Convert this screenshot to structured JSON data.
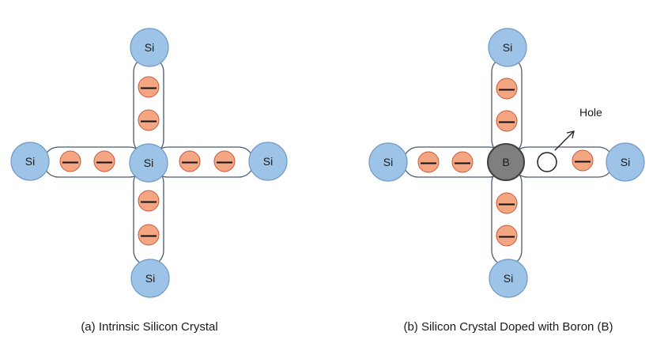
{
  "colors": {
    "si_fill": "#9dc3e6",
    "si_stroke": "#6f98c8",
    "boron_fill": "#7f7f7f",
    "boron_stroke": "#404040",
    "electron_fill": "#f4a582",
    "electron_stroke": "#c55a3a",
    "bond_stroke": "#4a5a6a",
    "hole_fill": "#ffffff",
    "hole_stroke": "#222222"
  },
  "left": {
    "caption": "(a) Intrinsic Silicon Crystal",
    "center_label": "Si",
    "top_label": "Si",
    "bottom_label": "Si",
    "left_label": "Si",
    "right_label": "Si",
    "electron_sign": "—"
  },
  "right": {
    "caption": "(b) Silicon Crystal Doped with Boron (B)",
    "center_label": "B",
    "top_label": "Si",
    "bottom_label": "Si",
    "left_label": "Si",
    "right_label": "Si",
    "hole_label": "Hole",
    "electron_sign": "—"
  }
}
